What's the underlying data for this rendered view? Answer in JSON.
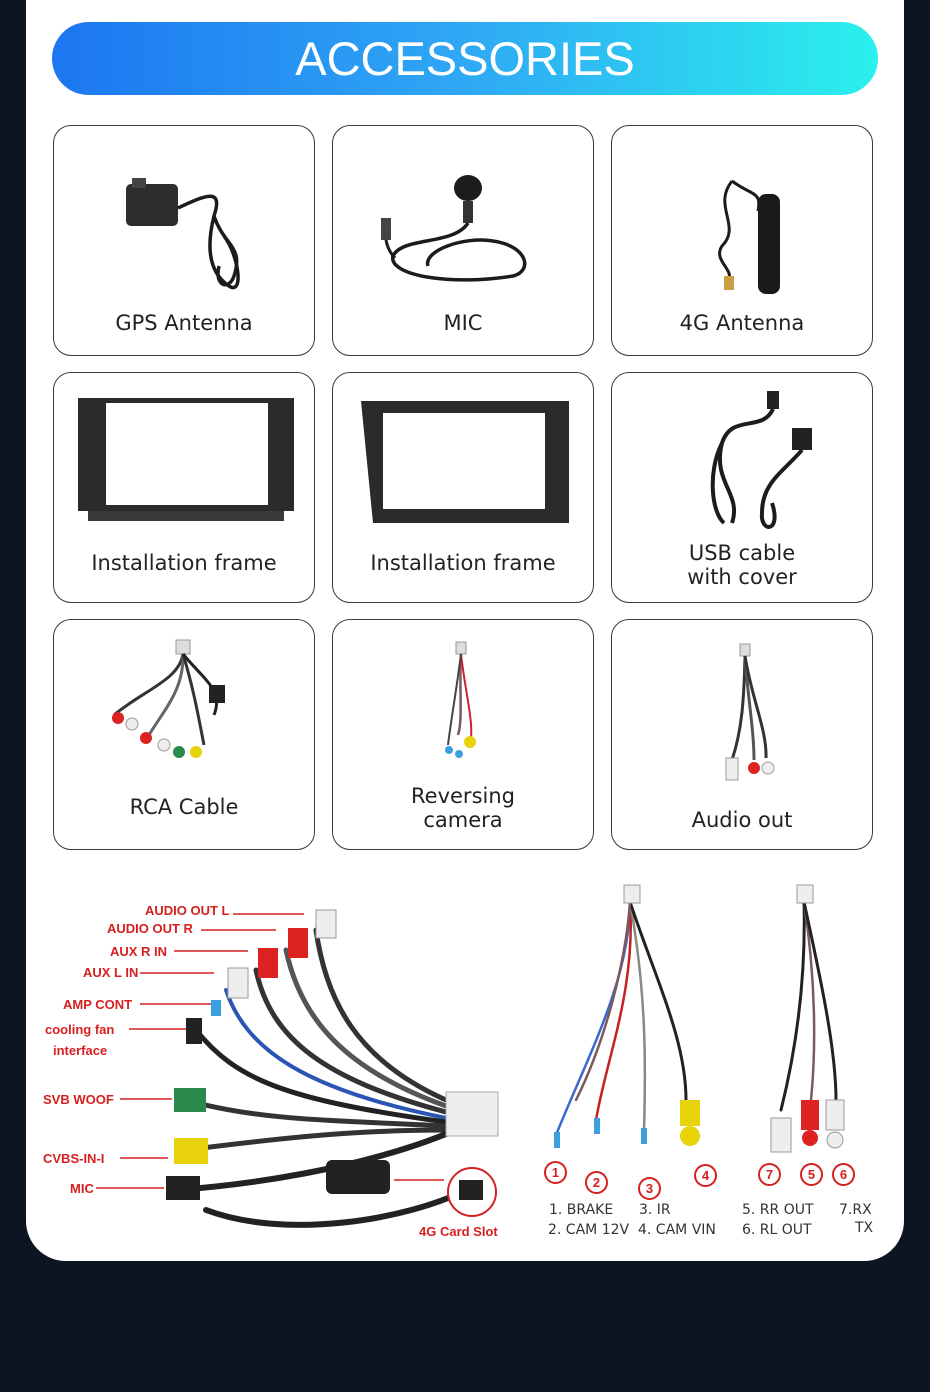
{
  "banner": {
    "title": "ACCESSORIES"
  },
  "accessories": [
    {
      "label": "GPS Antenna"
    },
    {
      "label": "MIC"
    },
    {
      "label": "4G Antenna"
    },
    {
      "label": "Installation frame"
    },
    {
      "label": "Installation frame"
    },
    {
      "label_line1": "USB cable",
      "label_line2": "with cover"
    },
    {
      "label": "RCA Cable"
    },
    {
      "label_line1": "Reversing",
      "label_line2": "camera"
    },
    {
      "label": "Audio out"
    }
  ],
  "harness_labels": {
    "audio_out_l": "AUDIO OUT L",
    "audio_out_r": "AUDIO OUT R",
    "aux_r_in": "AUX R IN",
    "aux_l_in": "AUX L IN",
    "amp_cont": "AMP CONT",
    "cooling_fan_1": "cooling fan",
    "cooling_fan_2": "interface",
    "svb_woof": "SVB WOOF",
    "cvbs_in": "CVBS-IN-I",
    "mic": "MIC",
    "card_slot": "4G Card Slot"
  },
  "connector_numbers": [
    "1",
    "2",
    "3",
    "4",
    "7",
    "5",
    "6"
  ],
  "legend": {
    "brake": "1. BRAKE",
    "cam12v": "2. CAM 12V",
    "ir": "3. IR",
    "camvin": "4. CAM VIN",
    "rrout": "5. RR OUT",
    "rlout": "6. RL OUT",
    "rx": "7.RX",
    "tx": "TX"
  },
  "colors": {
    "accent_red": "#d62020",
    "banner_start": "#1c76f0",
    "banner_end": "#2bf0ec",
    "background": "#0d1422"
  }
}
